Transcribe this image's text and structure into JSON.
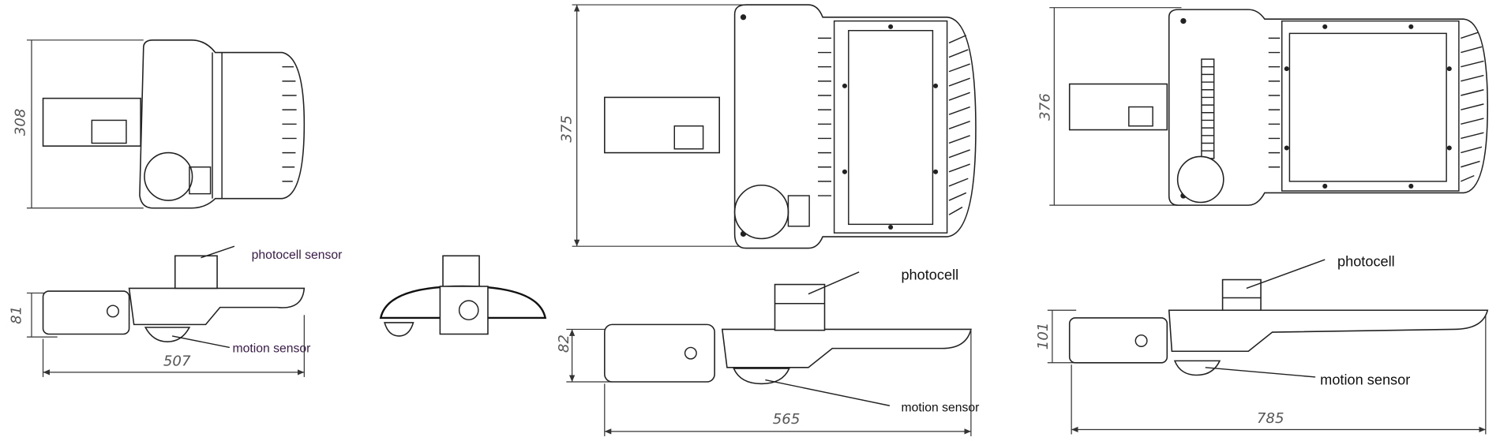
{
  "views": {
    "small_top": {
      "dimension_height": "308"
    },
    "small_side": {
      "dimension_height": "81",
      "dimension_length": "507",
      "photocell_label": "photocell sensor",
      "motion_label": "motion sensor"
    },
    "medium_top": {
      "dimension_height": "375"
    },
    "medium_side": {
      "dimension_height": "82",
      "dimension_length": "565",
      "photocell_label": "photocell",
      "motion_label": "motion sensor"
    },
    "large_top": {
      "dimension_height": "376"
    },
    "large_side": {
      "dimension_height": "101",
      "dimension_length": "785",
      "photocell_label": "photocell",
      "motion_label": "motion sensor"
    }
  }
}
